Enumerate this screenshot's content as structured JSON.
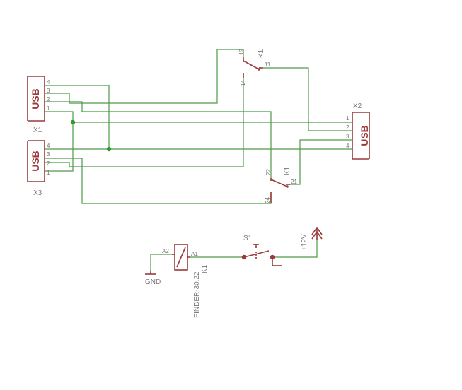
{
  "connectors": {
    "x1": {
      "text": "USB",
      "name": "X1",
      "pins": [
        "4",
        "3",
        "2",
        "1"
      ]
    },
    "x3": {
      "text": "USB",
      "name": "X3",
      "pins": [
        "4",
        "3",
        "2",
        "1"
      ]
    },
    "x2": {
      "text": "USB",
      "name": "X2",
      "pins": [
        "1",
        "2",
        "3",
        "4"
      ]
    }
  },
  "relay_contact_1": {
    "name": "K1",
    "pins": [
      "12",
      "11",
      "14"
    ]
  },
  "relay_contact_2": {
    "name": "K1",
    "pins": [
      "22",
      "21",
      "24"
    ]
  },
  "relay_coil": {
    "name": "K1",
    "value": "FINDER-30.22",
    "pin_a1": "A1",
    "pin_a2": "A2"
  },
  "switch": {
    "name": "S1"
  },
  "ground": {
    "label": "GND"
  },
  "supply": {
    "label": "+12V"
  },
  "colors": {
    "wire": "#4f9a4a",
    "symbol": "#9b3a3a",
    "junction": "#2f9a2f",
    "text": "#777777"
  }
}
